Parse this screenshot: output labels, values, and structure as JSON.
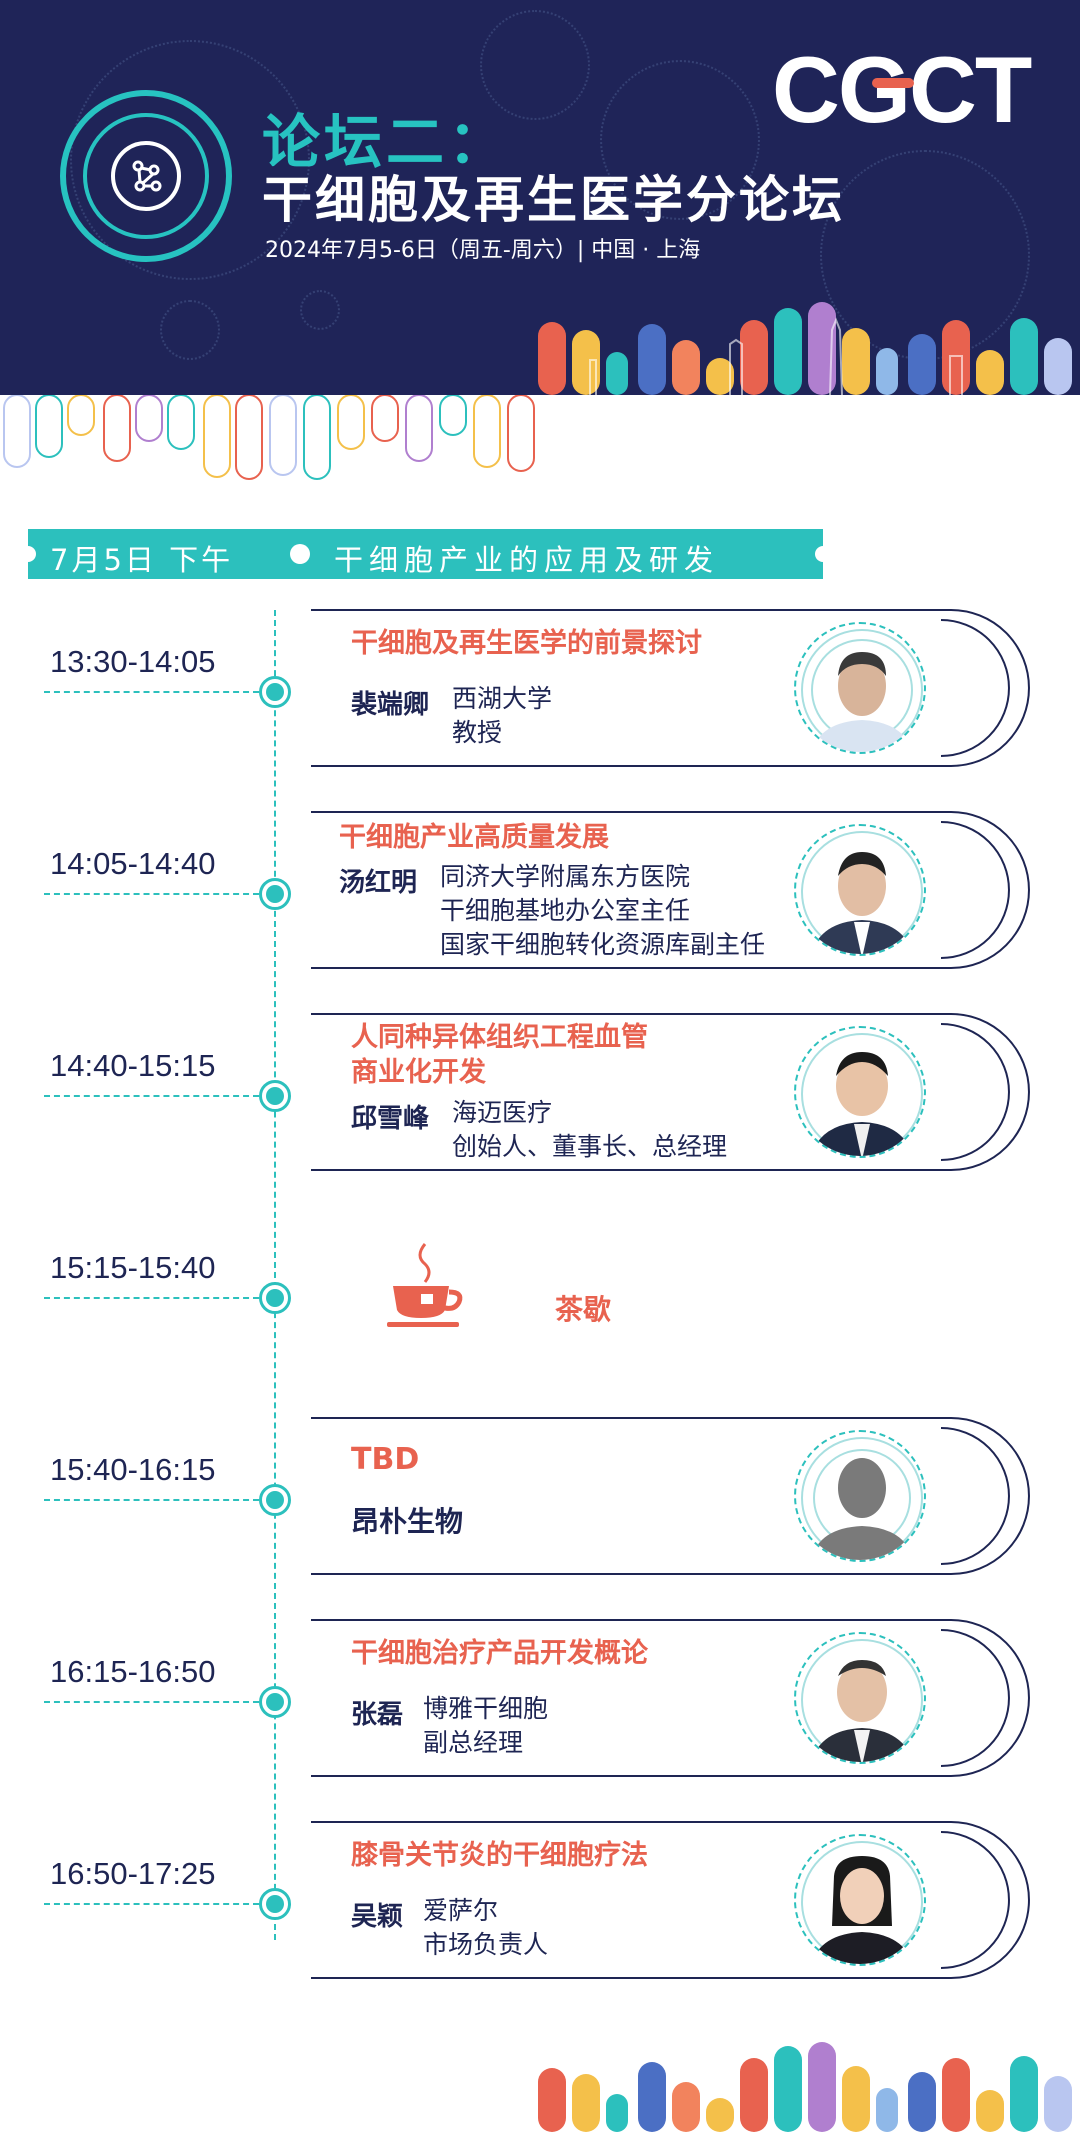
{
  "header": {
    "forum_no": "论坛二：",
    "forum_title": "干细胞及再生医学分论坛",
    "date_location": "2024年7月5-6日（周五-周六）| 中国 · 上海",
    "brand": "CGCT"
  },
  "section": {
    "date": "7月5日 下午",
    "topic": "干细胞产业的应用及研发"
  },
  "sessions": [
    {
      "time": "13:30-14:05",
      "title": "干细胞及再生医学的前景探讨",
      "speaker": "裴端卿",
      "affiliation": [
        "西湖大学",
        "教授"
      ]
    },
    {
      "time": "14:05-14:40",
      "title": "干细胞产业高质量发展",
      "speaker": "汤红明",
      "affiliation": [
        "同济大学附属东方医院",
        "干细胞基地办公室主任",
        "国家干细胞转化资源库副主任"
      ]
    },
    {
      "time": "14:40-15:15",
      "title": "人同种异体组织工程血管",
      "title2": "商业化开发",
      "speaker": "邱雪峰",
      "affiliation": [
        "海迈医疗",
        "创始人、董事长、总经理"
      ]
    },
    {
      "time": "15:15-15:40",
      "break_label": "茶歇"
    },
    {
      "time": "15:40-16:15",
      "title": "TBD",
      "speaker": "昂朴生物"
    },
    {
      "time": "16:15-16:50",
      "title": "干细胞治疗产品开发概论",
      "speaker": "张磊",
      "affiliation": [
        "博雅干细胞",
        "副总经理"
      ]
    },
    {
      "time": "16:50-17:25",
      "title": "膝骨关节炎的干细胞疗法",
      "speaker": "吴颖",
      "affiliation": [
        "爱萨尔",
        "市场负责人"
      ]
    }
  ],
  "colors": {
    "navy": "#1f2458",
    "teal": "#2cc0bd",
    "coral": "#e8624f"
  },
  "icons": [
    "cell-network-icon",
    "tea-cup-icon",
    "person-silhouette-icon"
  ]
}
